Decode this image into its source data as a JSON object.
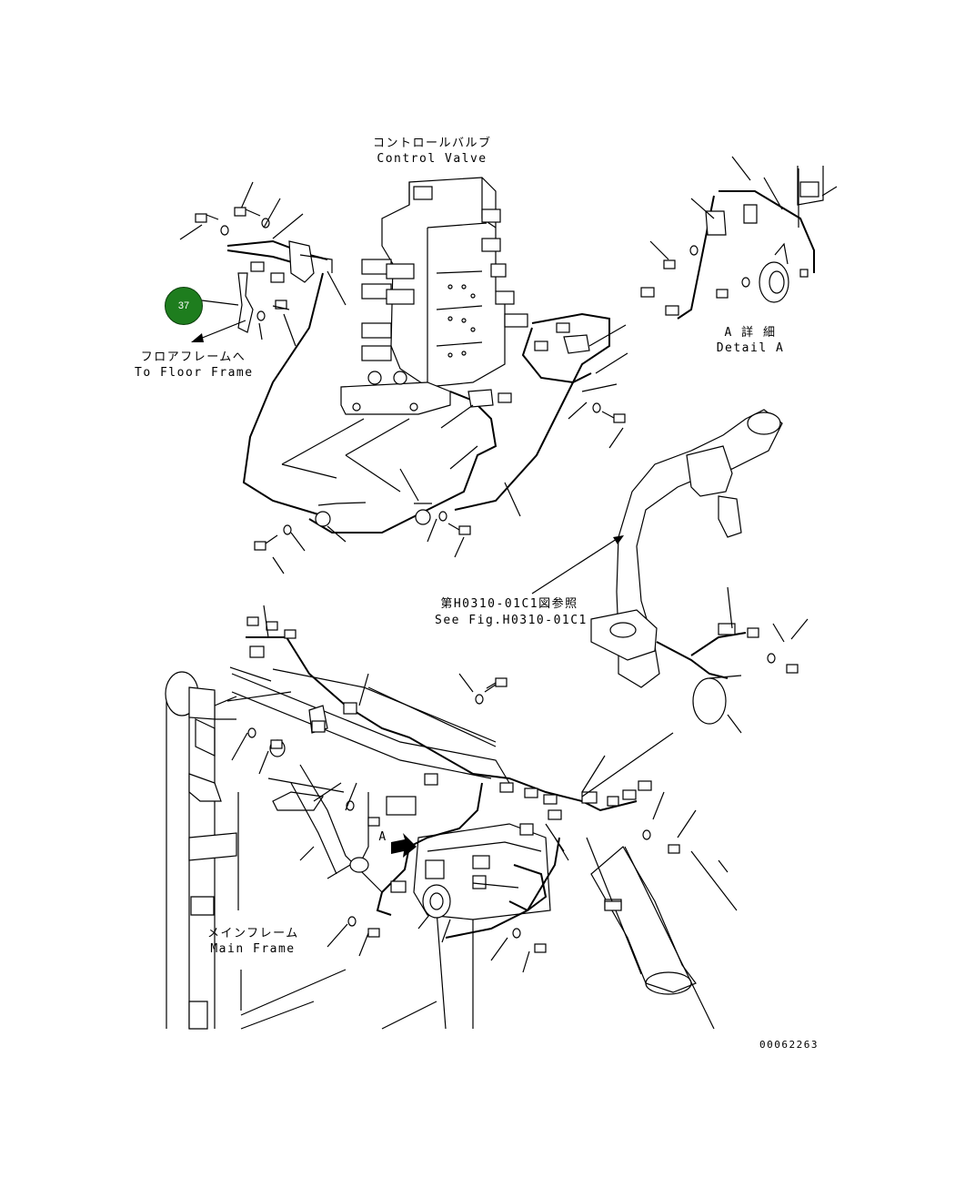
{
  "callout": {
    "number": "37"
  },
  "labels": {
    "control_valve_ja": "コントロールバルブ",
    "control_valve_en": "Control Valve",
    "detail_a_ja": "A 詳 細",
    "detail_a_en": "Detail A",
    "floor_frame_ja": "フロアフレームへ",
    "floor_frame_en": "To Floor Frame",
    "see_fig_ja": "第H0310-01C1図参照",
    "see_fig_en": "See Fig.H0310-01C1",
    "main_frame_ja": "メインフレーム",
    "main_frame_en": "Main Frame",
    "detail_marker": "A",
    "drawing_number": "00062263"
  }
}
